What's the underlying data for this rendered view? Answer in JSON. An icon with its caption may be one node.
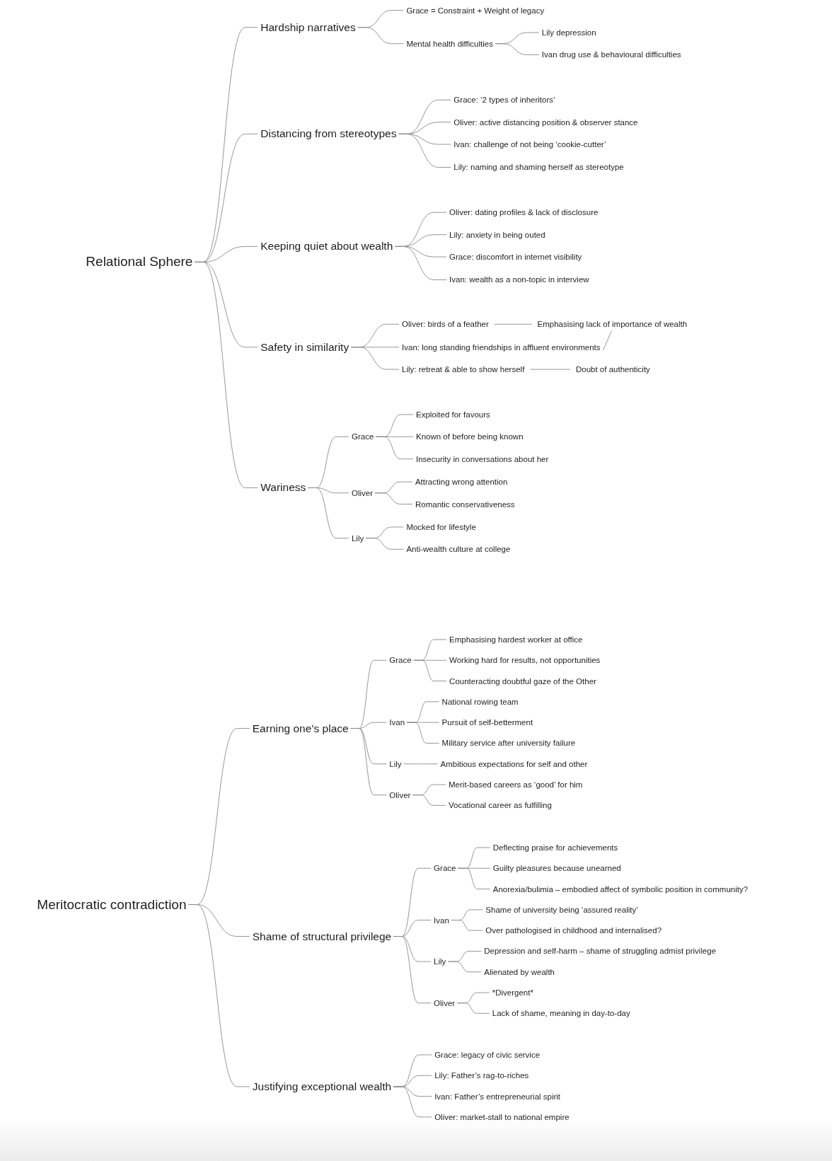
{
  "diagram": {
    "nodes": [
      {
        "text": [
          "Relational Sphere"
        ]
      },
      {
        "text": [
          "Hardship narratives"
        ]
      },
      {
        "text": [
          "Grace = Constraint + Weight of legacy"
        ]
      },
      {
        "text": [
          "Mental health difficulties"
        ]
      },
      {
        "text": [
          "Lily depression"
        ]
      },
      {
        "text": [
          "Ivan drug use & behavioural difficulties"
        ]
      },
      {
        "text": [
          "Distancing from stereotypes"
        ]
      },
      {
        "text": [
          "Grace: ‘2 types of inheritors’"
        ]
      },
      {
        "text": [
          "Oliver: active distancing position & observer stance"
        ]
      },
      {
        "text": [
          "Ivan: challenge of not being ‘cookie-cutter’"
        ]
      },
      {
        "text": [
          "Lily: naming and shaming herself as stereotype"
        ]
      },
      {
        "text": [
          "Keeping quiet about wealth"
        ]
      },
      {
        "text": [
          "Oliver: dating profiles & lack of disclosure"
        ]
      },
      {
        "text": [
          "Lily: anxiety in being outed"
        ]
      },
      {
        "text": [
          "Grace: discomfort in internet visibility"
        ]
      },
      {
        "text": [
          "Ivan: wealth as a non-topic in interview"
        ]
      },
      {
        "text": [
          "Safety in similarity"
        ]
      },
      {
        "text": [
          "Oliver: birds of a feather"
        ]
      },
      {
        "text": [
          "Ivan: long standing friendships in affluent environments"
        ]
      },
      {
        "text": [
          "Lily: retreat & able to show herself"
        ]
      },
      {
        "text": [
          "Emphasising lack of importance of wealth"
        ]
      },
      {
        "text": [
          "Doubt of authenticity"
        ]
      },
      {
        "text": [
          "Wariness"
        ]
      },
      {
        "text": [
          "Grace"
        ]
      },
      {
        "text": [
          "Exploited for favours"
        ]
      },
      {
        "text": [
          "Known of before being known"
        ]
      },
      {
        "text": [
          "Insecurity in conversations about her"
        ]
      },
      {
        "text": [
          "Oliver"
        ]
      },
      {
        "text": [
          "Attracting wrong attention"
        ]
      },
      {
        "text": [
          "Romantic conservativeness"
        ]
      },
      {
        "text": [
          "Lily"
        ]
      },
      {
        "text": [
          "Mocked for lifestyle"
        ]
      },
      {
        "text": [
          "Anti-wealth culture at college"
        ]
      },
      {
        "text": [
          "Meritocratic contradiction"
        ]
      },
      {
        "text": [
          "Earning one’s place"
        ]
      },
      {
        "text": [
          "Grace"
        ]
      },
      {
        "text": [
          "Emphasising hardest worker at office"
        ]
      },
      {
        "text": [
          "Working hard for results, not opportunities"
        ]
      },
      {
        "text": [
          "Counteracting doubtful gaze of the Other"
        ]
      },
      {
        "text": [
          "Ivan"
        ]
      },
      {
        "text": [
          "National rowing team"
        ]
      },
      {
        "text": [
          "Pursuit of self-betterment"
        ]
      },
      {
        "text": [
          "Military service after university failure"
        ]
      },
      {
        "text": [
          "Lily"
        ]
      },
      {
        "text": [
          "Ambitious expectations for self and other"
        ]
      },
      {
        "text": [
          "Oliver"
        ]
      },
      {
        "text": [
          "Merit-based careers as ‘good’ for him"
        ]
      },
      {
        "text": [
          "Vocational career as fulfilling"
        ]
      },
      {
        "text": [
          "Shame of structural privilege"
        ]
      },
      {
        "text": [
          "Grace"
        ]
      },
      {
        "text": [
          "Deflecting praise for achievements"
        ]
      },
      {
        "text": [
          "Guilty pleasures because unearned"
        ]
      },
      {
        "text": [
          "Anorexia/bulimia – embodied affect of symbolic position in community?"
        ]
      },
      {
        "text": [
          "Ivan"
        ]
      },
      {
        "text": [
          "Shame of university being ‘assured reality’"
        ]
      },
      {
        "text": [
          "Over pathologised in childhood and internalised?"
        ]
      },
      {
        "text": [
          "Lily"
        ]
      },
      {
        "text": [
          "Depression and self-harm – shame  of struggling admist privilege"
        ]
      },
      {
        "text": [
          "Alienated by wealth"
        ]
      },
      {
        "text": [
          "Oliver"
        ]
      },
      {
        "text": [
          "*Divergent*"
        ]
      },
      {
        "text": [
          "Lack of shame, meaning in day-to-day"
        ]
      },
      {
        "text": [
          "Justifying exceptional wealth"
        ]
      },
      {
        "text": [
          "Grace: legacy of civic service"
        ]
      },
      {
        "text": [
          "Lily: Father’s rag-to-riches"
        ]
      },
      {
        "text": [
          "Ivan: Father’s entrepreneurial spirit"
        ]
      },
      {
        "text": [
          "Oliver: market-stall to national empire"
        ]
      }
    ],
    "edges": [
      {
        "from": 0,
        "to": 1,
        "arrow": "none"
      },
      {
        "from": 0,
        "to": 6,
        "arrow": "none"
      },
      {
        "from": 0,
        "to": 11,
        "arrow": "none"
      },
      {
        "from": 0,
        "to": 16,
        "arrow": "none"
      },
      {
        "from": 0,
        "to": 22,
        "arrow": "none"
      },
      {
        "from": 1,
        "to": 2,
        "arrow": "none"
      },
      {
        "from": 1,
        "to": 3,
        "arrow": "none"
      },
      {
        "from": 3,
        "to": 4,
        "arrow": "none"
      },
      {
        "from": 3,
        "to": 5,
        "arrow": "none"
      },
      {
        "from": 6,
        "to": 7,
        "arrow": "none"
      },
      {
        "from": 6,
        "to": 8,
        "arrow": "none"
      },
      {
        "from": 6,
        "to": 9,
        "arrow": "none"
      },
      {
        "from": 6,
        "to": 10,
        "arrow": "none"
      },
      {
        "from": 11,
        "to": 12,
        "arrow": "none"
      },
      {
        "from": 11,
        "to": 13,
        "arrow": "none"
      },
      {
        "from": 11,
        "to": 14,
        "arrow": "none"
      },
      {
        "from": 11,
        "to": 15,
        "arrow": "none"
      },
      {
        "from": 16,
        "to": 17,
        "arrow": "none"
      },
      {
        "from": 16,
        "to": 18,
        "arrow": "none"
      },
      {
        "from": 16,
        "to": 19,
        "arrow": "none"
      },
      {
        "from": 17,
        "to": 20,
        "arrow": "none"
      },
      {
        "from": 18,
        "to": 20,
        "arrow": "none"
      },
      {
        "from": 19,
        "to": 21,
        "arrow": "none"
      },
      {
        "from": 22,
        "to": 23,
        "arrow": "none"
      },
      {
        "from": 22,
        "to": 27,
        "arrow": "none"
      },
      {
        "from": 22,
        "to": 30,
        "arrow": "none"
      },
      {
        "from": 23,
        "to": 24,
        "arrow": "none"
      },
      {
        "from": 23,
        "to": 25,
        "arrow": "none"
      },
      {
        "from": 23,
        "to": 26,
        "arrow": "none"
      },
      {
        "from": 27,
        "to": 28,
        "arrow": "none"
      },
      {
        "from": 27,
        "to": 29,
        "arrow": "none"
      },
      {
        "from": 30,
        "to": 31,
        "arrow": "none"
      },
      {
        "from": 30,
        "to": 32,
        "arrow": "none"
      },
      {
        "from": 33,
        "to": 34,
        "arrow": "none"
      },
      {
        "from": 33,
        "to": 48,
        "arrow": "none"
      },
      {
        "from": 33,
        "to": 62,
        "arrow": "none"
      },
      {
        "from": 34,
        "to": 35,
        "arrow": "none"
      },
      {
        "from": 34,
        "to": 39,
        "arrow": "none"
      },
      {
        "from": 34,
        "to": 43,
        "arrow": "none"
      },
      {
        "from": 34,
        "to": 45,
        "arrow": "none"
      },
      {
        "from": 35,
        "to": 36,
        "arrow": "none"
      },
      {
        "from": 35,
        "to": 37,
        "arrow": "none"
      },
      {
        "from": 35,
        "to": 38,
        "arrow": "none"
      },
      {
        "from": 39,
        "to": 40,
        "arrow": "none"
      },
      {
        "from": 39,
        "to": 41,
        "arrow": "none"
      },
      {
        "from": 39,
        "to": 42,
        "arrow": "none"
      },
      {
        "from": 43,
        "to": 44,
        "arrow": "none"
      },
      {
        "from": 45,
        "to": 46,
        "arrow": "none"
      },
      {
        "from": 45,
        "to": 47,
        "arrow": "none"
      },
      {
        "from": 48,
        "to": 49,
        "arrow": "none"
      },
      {
        "from": 48,
        "to": 53,
        "arrow": "none"
      },
      {
        "from": 48,
        "to": 56,
        "arrow": "none"
      },
      {
        "from": 48,
        "to": 59,
        "arrow": "none"
      },
      {
        "from": 49,
        "to": 50,
        "arrow": "none"
      },
      {
        "from": 49,
        "to": 51,
        "arrow": "none"
      },
      {
        "from": 49,
        "to": 52,
        "arrow": "none"
      },
      {
        "from": 53,
        "to": 54,
        "arrow": "none"
      },
      {
        "from": 53,
        "to": 55,
        "arrow": "none"
      },
      {
        "from": 56,
        "to": 57,
        "arrow": "none"
      },
      {
        "from": 56,
        "to": 58,
        "arrow": "none"
      },
      {
        "from": 59,
        "to": 60,
        "arrow": "none"
      },
      {
        "from": 59,
        "to": 61,
        "arrow": "none"
      },
      {
        "from": 62,
        "to": 63,
        "arrow": "none"
      },
      {
        "from": 62,
        "to": 64,
        "arrow": "none"
      },
      {
        "from": 62,
        "to": 65,
        "arrow": "none"
      },
      {
        "from": 62,
        "to": 66,
        "arrow": "none"
      }
    ]
  }
}
